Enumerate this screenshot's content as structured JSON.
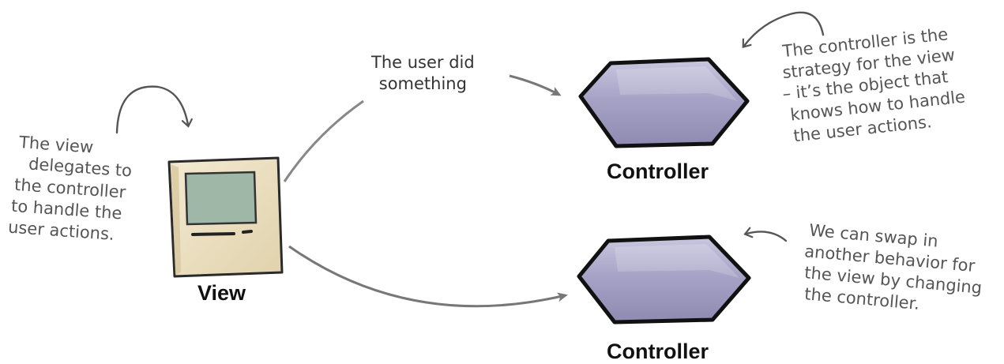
{
  "view": {
    "label": "View"
  },
  "controllers": [
    {
      "label": "Controller"
    },
    {
      "label": "Controller"
    }
  ],
  "notes": {
    "user_action": [
      "The user did",
      "something"
    ],
    "view_delegates": [
      "The view",
      "delegates to",
      "the controller",
      "to handle the",
      "user actions."
    ],
    "controller_strategy": [
      "The controller is the",
      "strategy for the view",
      "– it’s the object that",
      "knows how to handle",
      "the user actions."
    ],
    "swap_behavior": [
      "We can swap in",
      "another behavior for",
      "the view by changing",
      "the controller."
    ]
  },
  "icons": [
    "computer-view-icon",
    "controller-hexagon-icon"
  ]
}
